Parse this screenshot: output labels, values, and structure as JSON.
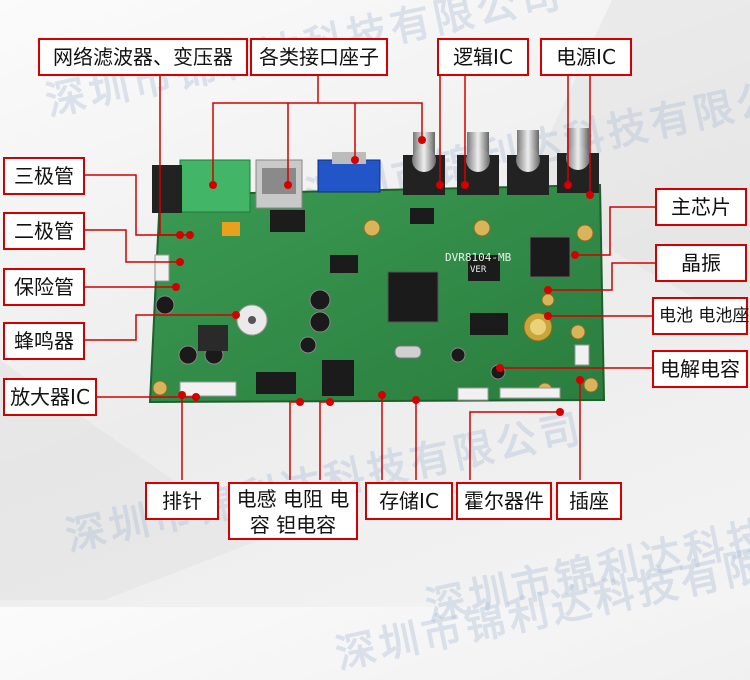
{
  "watermark": "深圳市锦利达科技有限公司",
  "labels": {
    "network_filter": "网络滤波器、变压器",
    "connectors": "各类接口座子",
    "logic_ic": "逻辑IC",
    "power_ic": "电源IC",
    "transistor": "三极管",
    "diode": "二极管",
    "fuse": "保险管",
    "buzzer": "蜂鸣器",
    "amplifier_ic": "放大器IC",
    "main_chip": "主芯片",
    "crystal": "晶振",
    "battery": "电池 电池座",
    "electrolytic_cap": "电解电容",
    "pin_header": "排针",
    "passives": "电感 电阻 电容 钽电容",
    "storage_ic": "存储IC",
    "hall_device": "霍尔器件",
    "socket": "插座"
  },
  "board": {
    "silkscreen": "DVR8104-MB",
    "version": "VER"
  },
  "colors": {
    "callout_red": "#d40000",
    "pcb_green": "#2f8a44"
  }
}
